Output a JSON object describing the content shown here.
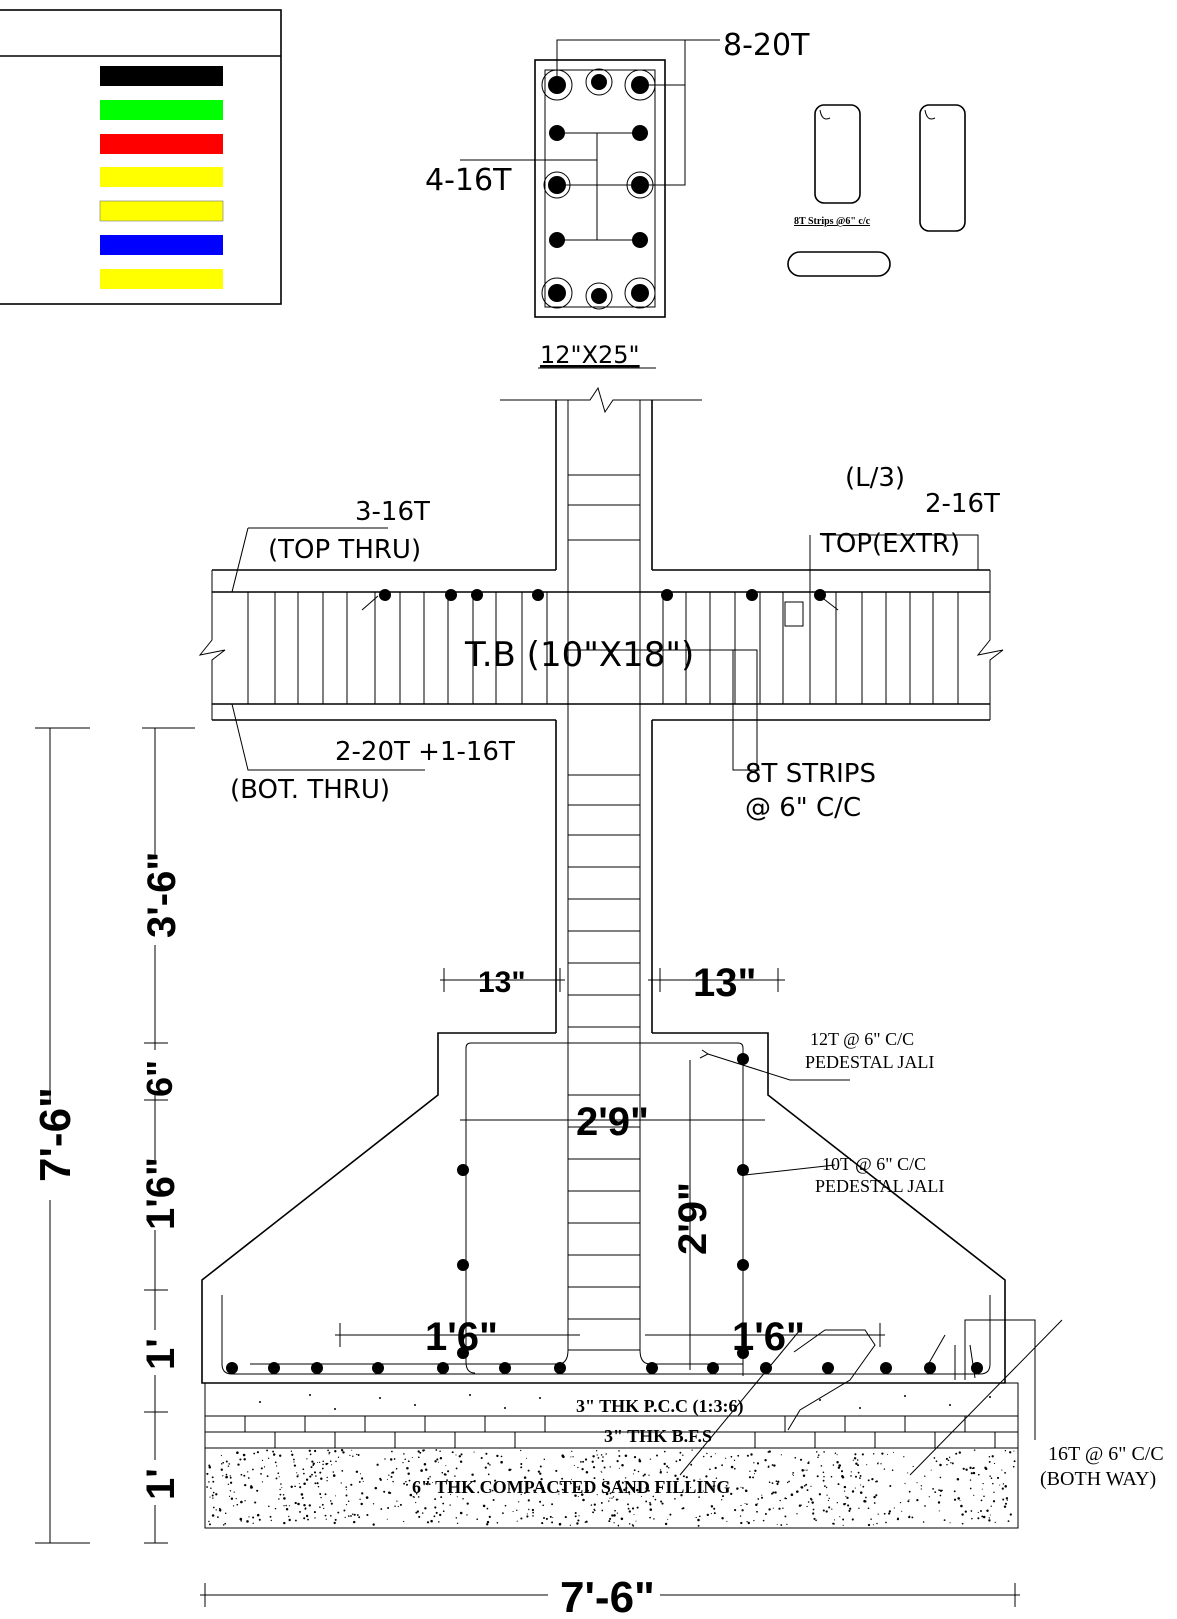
{
  "legend": {
    "swatches": [
      {
        "color": "#000000"
      },
      {
        "color": "#00ff00"
      },
      {
        "color": "#ff0000"
      },
      {
        "color": "#ffff00"
      },
      {
        "color": "#ffff00"
      },
      {
        "color": "#0000ff"
      },
      {
        "color": "#ffff00"
      }
    ]
  },
  "column_section": {
    "main_bars": "8-20T",
    "side_bars": "4-16T",
    "size": "12\"X25\"",
    "stirrup_note": "8T Strips @6\" c/c"
  },
  "tie_beam": {
    "label": "T.B (10\"X18\")",
    "top_thru_bars": "3-16T",
    "top_thru_note": "(TOP THRU)",
    "extra_length": "(L/3)",
    "extra_bars": "2-16T",
    "extra_note": "TOP(EXTR)",
    "bottom_bars": "2-20T +1-16T",
    "bottom_note": "(BOT. THRU)",
    "strips_line1": "8T STRIPS",
    "strips_line2": "@ 6\" C/C"
  },
  "footing": {
    "pedestal_jali_top_bars": "12T @ 6\" C/C",
    "pedestal_jali_top_label": "PEDESTAL JALI",
    "pedestal_jali_side_bars": "10T @ 6\" C/C",
    "pedestal_jali_side_label": "PEDESTAL JALI",
    "base_mesh_bars": "16T @ 6\" C/C",
    "base_mesh_note": "(BOTH WAY)",
    "pcc_label": "3\" THK P.C.C (1:3:6)",
    "bfs_label": "3\" THK B.F.S",
    "sand_label": "6\" THK COMPACTED SAND FILLING"
  },
  "dimensions": {
    "left_offset": "13\"",
    "right_offset": "13\"",
    "pedestal_width": "2'9\"",
    "pedestal_height": "2'9\"",
    "left_projection": "1'6\"",
    "right_projection": "1'6\"",
    "total_width": "7'-6\"",
    "total_height": "7'-6\"",
    "seg_upper": "3'-6\"",
    "seg_6in": "6\"",
    "seg_1ft6": "1'6\"",
    "seg_1ft_a": "1'",
    "seg_1ft_b": "1'"
  }
}
